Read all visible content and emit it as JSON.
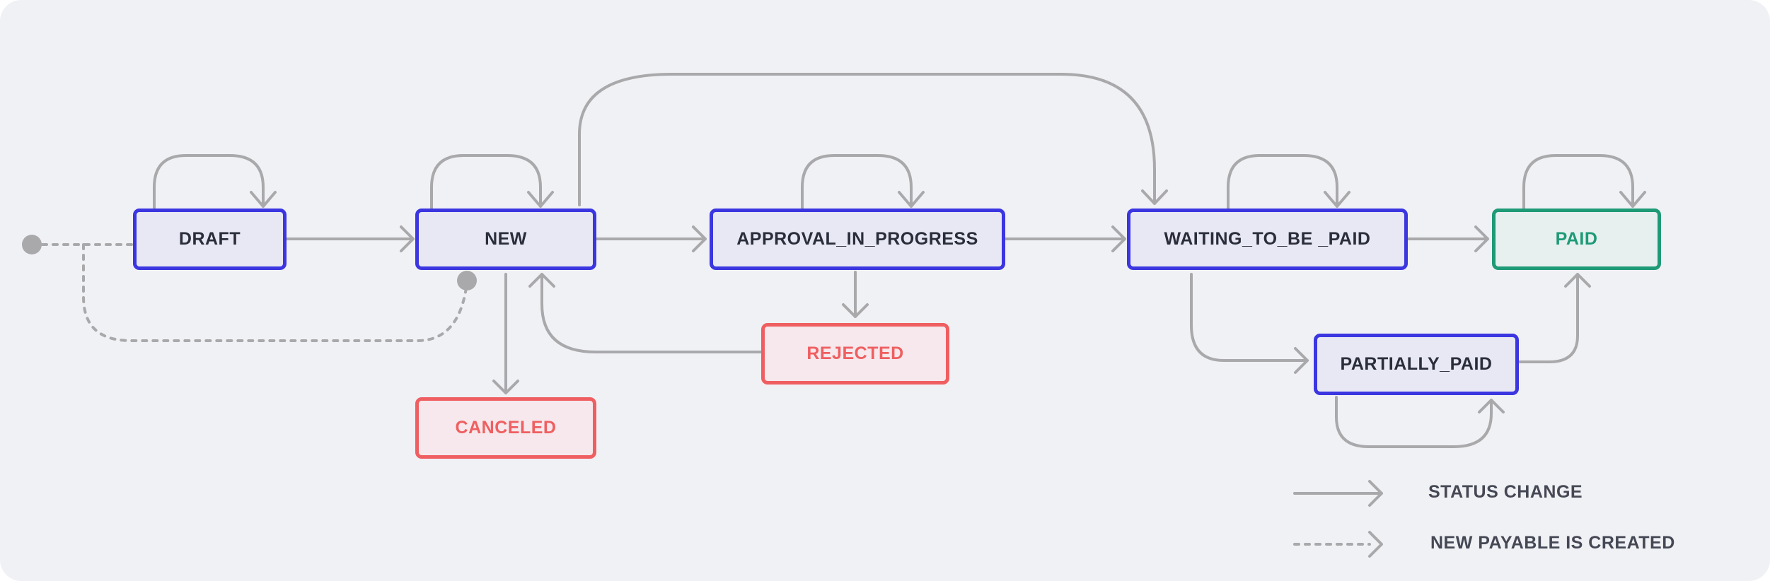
{
  "diagram": {
    "states": {
      "draft": "DRAFT",
      "new": "NEW",
      "approval_in_progress": "APPROVAL_IN_PROGRESS",
      "waiting_to_be_paid": "WAITING_TO_BE _PAID",
      "paid": "PAID",
      "rejected": "REJECTED",
      "canceled": "CANCELED",
      "partially_paid": "PARTIALLY_PAID"
    },
    "legend": {
      "status_change": "STATUS CHANGE",
      "new_payable": "NEW PAYABLE IS CREATED"
    },
    "colors": {
      "state_border": "#3b36e0",
      "terminal_negative": "#ef5f61",
      "terminal_positive": "#1e9a77",
      "connector": "#a9a9ab",
      "background": "#f0f1f5"
    }
  }
}
